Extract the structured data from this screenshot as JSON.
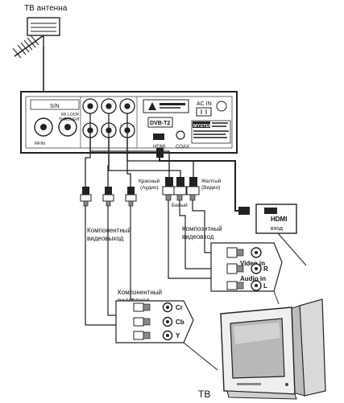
{
  "antenna": {
    "label": "ТВ антенна"
  },
  "receiver": {
    "serial_label": "S/N",
    "port_rfin": "RFIN",
    "port_rfloop_line1": "RF LOOP",
    "port_rfloop_line2": "THROUGH",
    "port_hdmi": "HDMI",
    "port_coax": "COAX",
    "ac_in": "AC IN",
    "logo_dvb": "DVB-T2",
    "brand": "MYSTERY"
  },
  "cable_colors": {
    "red_line1": "Красный",
    "red_line2": "(Аудио)",
    "yellow_line1": "Желтый",
    "yellow_line2": "(Видео)",
    "white": "Белый"
  },
  "hdmi_box": {
    "line1": "HDMI",
    "line2": "вход"
  },
  "component_out": {
    "line1": "Компонентный",
    "line2": "видеовыход"
  },
  "composite_in": {
    "line1": "Композитный",
    "line2": "видеовход",
    "video_in": "Video in",
    "audio_in": "Audio in",
    "jack_r": "R",
    "jack_l": "L"
  },
  "component_in": {
    "line1": "Компонентный",
    "line2": "видеовход",
    "jack_cr": "Cr",
    "jack_cb": "Cb",
    "jack_y": "Y"
  },
  "tv": {
    "label": "ТВ"
  }
}
